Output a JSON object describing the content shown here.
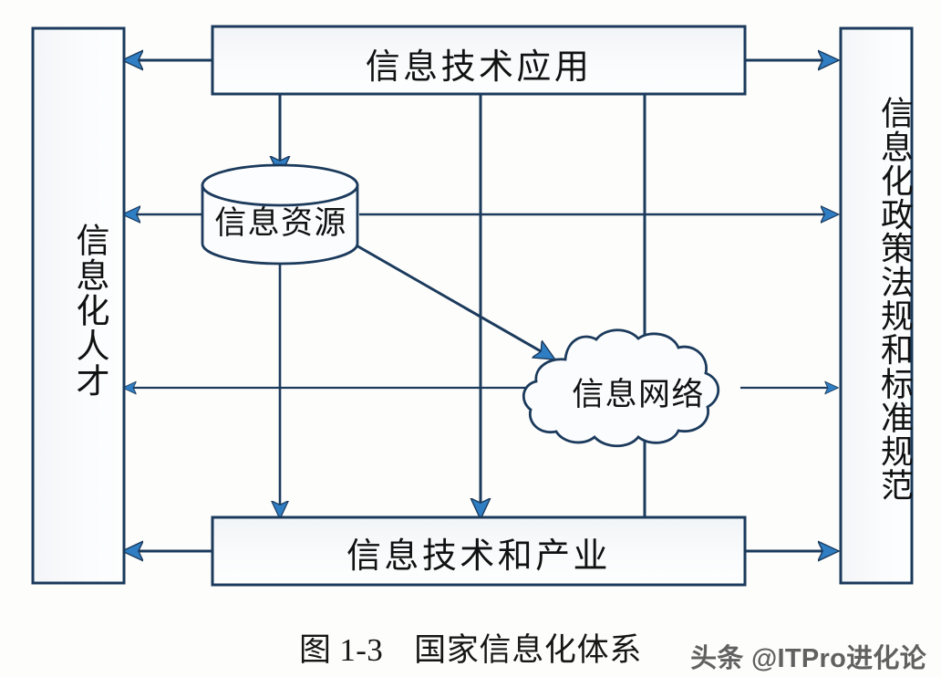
{
  "figure": {
    "caption_number": "图 1-3",
    "caption_title": "国家信息化体系",
    "watermark": "头条 @ITPro进化论"
  },
  "diagram": {
    "type": "block-flow",
    "nodes": [
      {
        "id": "top-box",
        "shape": "rectangle",
        "label": "信息技术应用"
      },
      {
        "id": "left-pillar",
        "shape": "rectangle-vertical",
        "label": "信息化人才"
      },
      {
        "id": "right-pillar",
        "shape": "rectangle-vertical",
        "label": "信息化政策法规和标准规范"
      },
      {
        "id": "cylinder",
        "shape": "cylinder",
        "label": "信息资源"
      },
      {
        "id": "cloud",
        "shape": "cloud",
        "label": "信息网络"
      },
      {
        "id": "bottom-box",
        "shape": "rectangle",
        "label": "信息技术和产业"
      }
    ],
    "edges": [
      {
        "from": "top-box",
        "to": "left-pillar",
        "style": "arrow-left"
      },
      {
        "from": "top-box",
        "to": "right-pillar",
        "style": "arrow-right"
      },
      {
        "from": "top-box",
        "to": "cylinder",
        "style": "arrow-down"
      },
      {
        "from": "top-box",
        "to": "bottom-box",
        "style": "arrow-down"
      },
      {
        "from": "top-box",
        "to": "cloud",
        "style": "line-down"
      },
      {
        "from": "cylinder",
        "to": "left-pillar",
        "style": "arrow-left"
      },
      {
        "from": "cylinder",
        "to": "right-pillar",
        "style": "arrow-right"
      },
      {
        "from": "cylinder",
        "to": "cloud",
        "style": "arrow-diagonal"
      },
      {
        "from": "cylinder",
        "to": "bottom-box",
        "style": "arrow-down"
      },
      {
        "from": "cloud",
        "to": "left-pillar",
        "style": "arrow-left"
      },
      {
        "from": "cloud",
        "to": "right-pillar",
        "style": "arrow-right"
      },
      {
        "from": "cloud",
        "to": "bottom-box",
        "style": "line-down"
      },
      {
        "from": "bottom-box",
        "to": "left-pillar",
        "style": "arrow-left"
      },
      {
        "from": "bottom-box",
        "to": "right-pillar",
        "style": "arrow-right"
      }
    ]
  },
  "colors": {
    "stroke": "#1b3a5c",
    "arrow_fill": "#2f7ec4",
    "box_fill_top": "#f4f6f8",
    "box_fill_bottom": "#fcfdfe",
    "page_background": "#fdfdfb",
    "text": "#111111"
  }
}
